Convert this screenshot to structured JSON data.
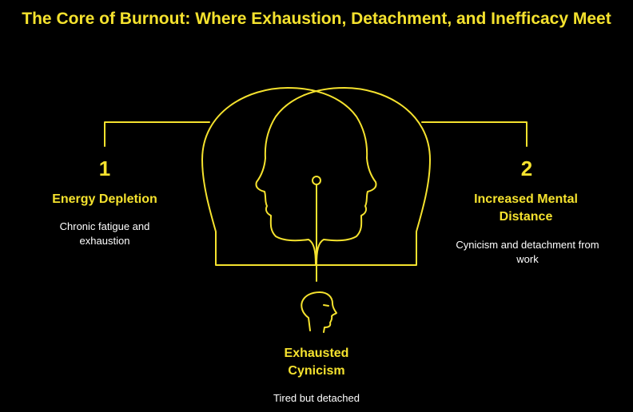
{
  "title": "The Core of Burnout: Where Exhaustion, Detachment, and Inefficacy Meet",
  "colors": {
    "background": "#000000",
    "accent": "#f5e22e",
    "text": "#ffffff"
  },
  "icons": {
    "left_head": "head-profile-outline-icon",
    "right_head": "head-profile-outline-icon",
    "center": "tired-person-head-icon"
  },
  "items": [
    {
      "number": "1",
      "heading": "Energy Depletion",
      "description": "Chronic fatigue and exhaustion"
    },
    {
      "number": "2",
      "heading": "Increased Mental Distance",
      "description": "Cynicism and detachment from work"
    },
    {
      "number": "",
      "heading": "Exhausted Cynicism",
      "description": "Tired but detached"
    }
  ]
}
